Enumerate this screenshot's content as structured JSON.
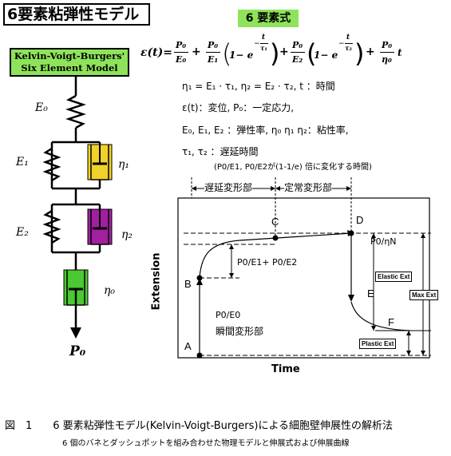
{
  "title": "6要素粘弾性モデル",
  "formula_title": "6 要素式",
  "model_box": {
    "line1": "Kelvin-Voigt-Burgers'",
    "line2": "Six Element Model"
  },
  "model_labels": {
    "E0": "E₀",
    "E1": "E₁",
    "eta1": "η₁",
    "E2": "E₂",
    "eta2": "η₂",
    "eta0": "η₀",
    "P0": "P₀"
  },
  "formula": {
    "lhs": "ε(t)=",
    "term1_num": "P₀",
    "term1_den": "E₀",
    "term2_num": "P₀",
    "term2_den": "E₁",
    "term2_paren": "1− e",
    "term2_exp_num": "t",
    "term2_exp_den": "τ₁",
    "term3_num": "P₀",
    "term3_den": "E₂",
    "term3_paren": "1− e",
    "term3_exp_num": "t",
    "term3_exp_den": "τ₂",
    "term4_num": "P₀",
    "term4_den": "η₀",
    "term4_tail": "t",
    "plus": "+"
  },
  "definitions": {
    "line1": "η₁ = E₁ · τ₁,     η₂ = E₂ · τ₂,    t ：時間",
    "line2": "ε(t)：変位,  P₀：一定応力,",
    "line3": "E₀, E₁, E₂ ：弾性率,    η₀ η₁ η₂：粘性率,",
    "line4": "τ₁, τ₂ ：遅延時間",
    "line5": "(P0/E1, P0/E2が(1-1/e) 倍に変化する時間)"
  },
  "graph": {
    "region_delayed": "遅延変形部",
    "region_steady": "定常変形部",
    "ylabel": "Extension",
    "xlabel": "Time",
    "points": {
      "A": "A",
      "B": "B",
      "C": "C",
      "D": "D",
      "E": "E",
      "F": "F"
    },
    "annot_p0_eta": "P0/ηN",
    "annot_p0_e1e2": "P0/E1+ P0/E2",
    "annot_p0_e0": "P0/E0",
    "annot_instant": "瞬間変形部",
    "box_elastic": "Elastic Ext",
    "box_max": "Max Ext",
    "box_plastic": "Plastic Ext"
  },
  "caption": {
    "line1": "図　1　　6 要素粘弾性モデル(Kelvin-Voigt-Burgers)による細胞壁伸展性の解析法",
    "line2": "6 個のバネとダッシュポットを組み合わせた物理モデルと伸展式および伸展曲線"
  },
  "colors": {
    "green_label": "#8fe35a",
    "dashpot1": "#f0d22a",
    "dashpot2": "#a020a0",
    "dashpot0": "#4cc832"
  }
}
